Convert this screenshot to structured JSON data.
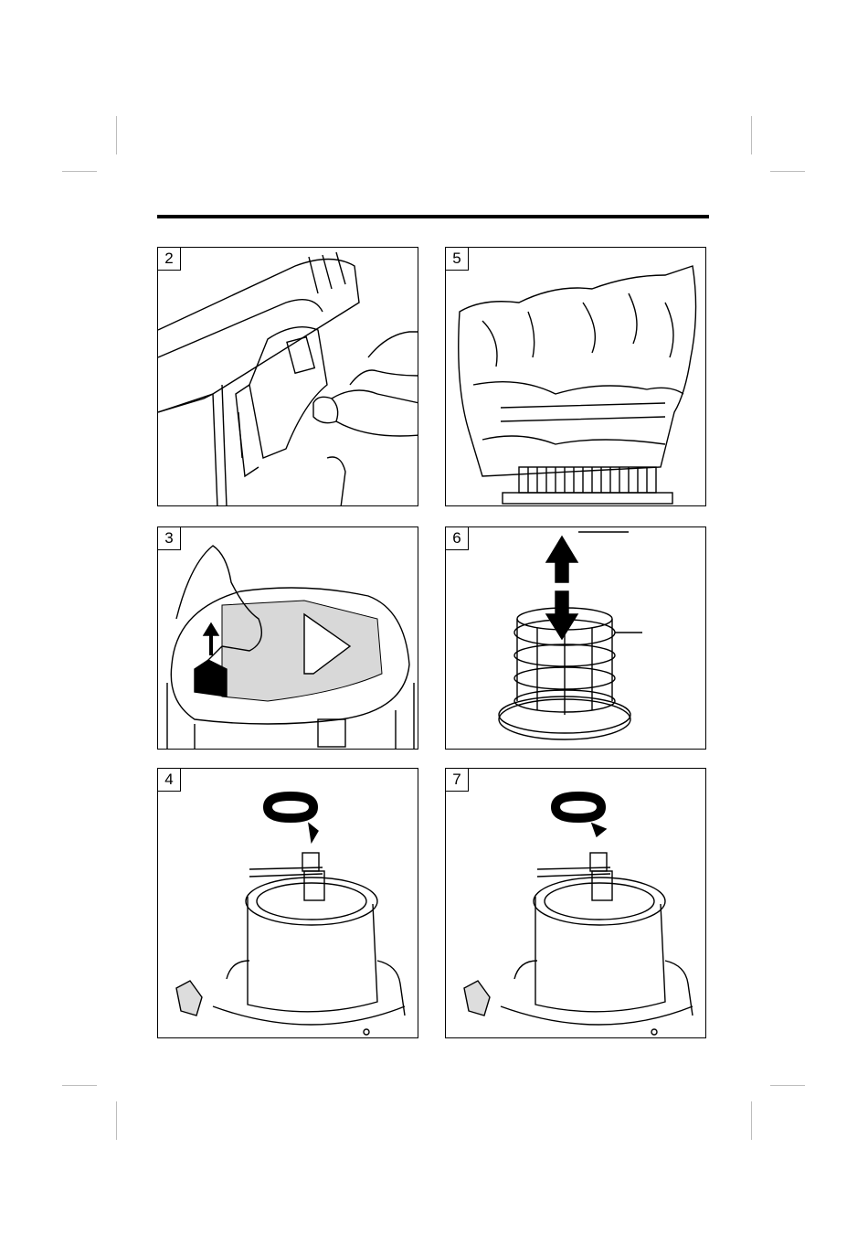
{
  "panels": [
    {
      "id": "p2",
      "number": "2",
      "illustration": "handle-detach-illustration"
    },
    {
      "id": "p5",
      "number": "5",
      "illustration": "filter-bag-illustration"
    },
    {
      "id": "p3",
      "number": "3",
      "illustration": "paper-filter-removal-illustration"
    },
    {
      "id": "p6",
      "number": "6",
      "illustration": "cartridge-cage-illustration"
    },
    {
      "id": "p4",
      "number": "4",
      "illustration": "filter-unscrew-illustration"
    },
    {
      "id": "p7",
      "number": "7",
      "illustration": "filter-screw-illustration"
    }
  ]
}
